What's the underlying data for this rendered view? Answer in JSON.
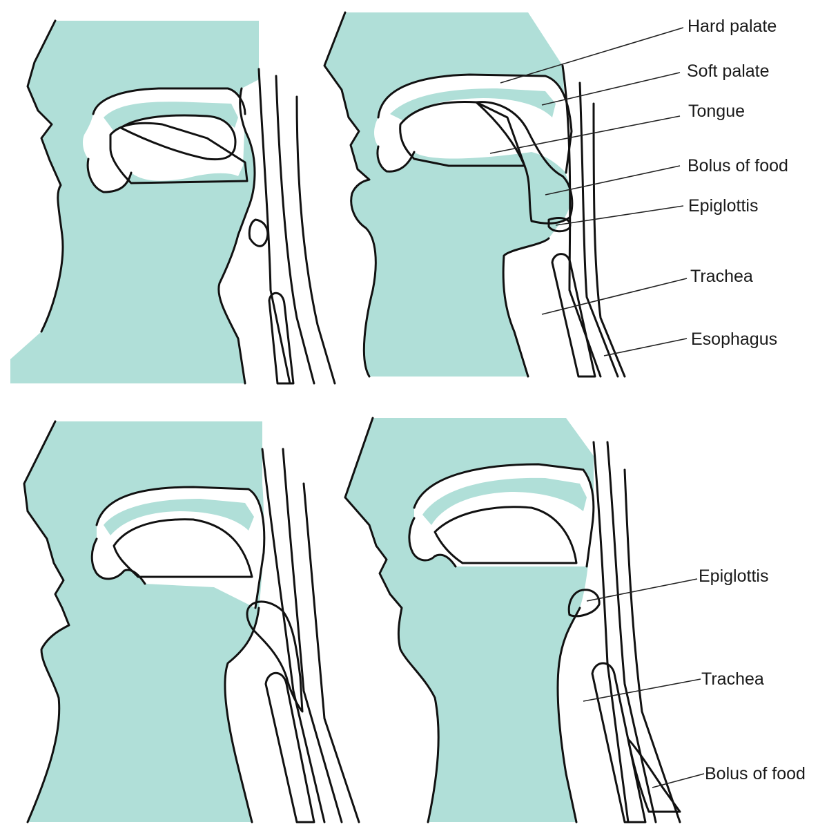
{
  "colors": {
    "tissue": "#b0dfd8",
    "bolus": "#1fa68f",
    "outline": "#111111",
    "hatch": "#333333",
    "background": "#ffffff"
  },
  "panels": [
    {
      "id": "top-left",
      "labels": []
    },
    {
      "id": "top-right",
      "labels": [
        "Hard palate",
        "Soft palate",
        "Tongue",
        "Bolus of food",
        "Epiglottis",
        "Trachea",
        "Esophagus"
      ]
    },
    {
      "id": "bottom-left",
      "labels": []
    },
    {
      "id": "bottom-right",
      "labels": [
        "Epiglottis",
        "Trachea",
        "Bolus of food"
      ]
    }
  ],
  "labels": {
    "top": {
      "hard_palate": "Hard palate",
      "soft_palate": "Soft palate",
      "tongue": "Tongue",
      "bolus": "Bolus of food",
      "epiglottis": "Epiglottis",
      "trachea": "Trachea",
      "esophagus": "Esophagus"
    },
    "bottom": {
      "epiglottis": "Epiglottis",
      "trachea": "Trachea",
      "bolus": "Bolus of food"
    }
  }
}
